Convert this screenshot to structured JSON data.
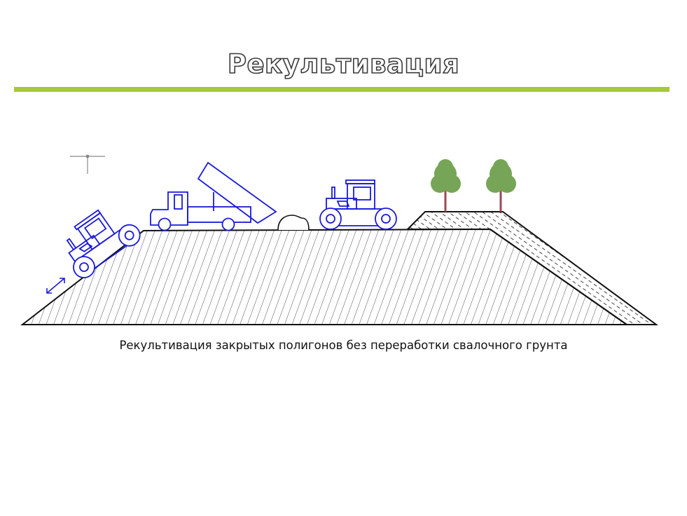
{
  "slide": {
    "title": "Рекультивация",
    "caption": "Рекультивация закрытых полигонов без переработки свалочного грунта"
  },
  "colors": {
    "accent_bar": "#a6c936",
    "machinery": "#1a1adb",
    "tree_canopy": "#76a558",
    "tree_trunk": "#9a4a55",
    "outline": "#111111"
  },
  "diagram": {
    "elements": [
      "landfill-body",
      "cover-layer",
      "tree",
      "tree",
      "tractor-on-slope",
      "dump-truck",
      "soil-pile",
      "tractor",
      "double-arrow-icon",
      "crosshair-icon"
    ]
  }
}
